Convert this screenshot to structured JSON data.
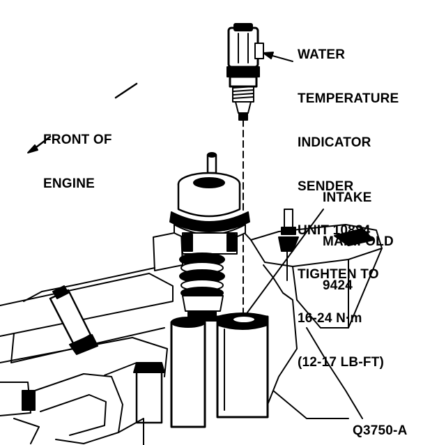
{
  "labels": {
    "sender": [
      "WATER",
      "TEMPERATURE",
      "INDICATOR",
      "SENDER",
      "UNIT 10884",
      "TIGHTEN TO",
      "16-24 N·m",
      "(12-17 LB-FT)"
    ],
    "front": [
      "FRONT OF",
      "ENGINE"
    ],
    "intake": [
      "INTAKE",
      "MANIFOLD",
      "9424"
    ],
    "figure_id": "Q3750-A"
  },
  "colors": {
    "ink": "#000000",
    "paper": "#ffffff"
  }
}
